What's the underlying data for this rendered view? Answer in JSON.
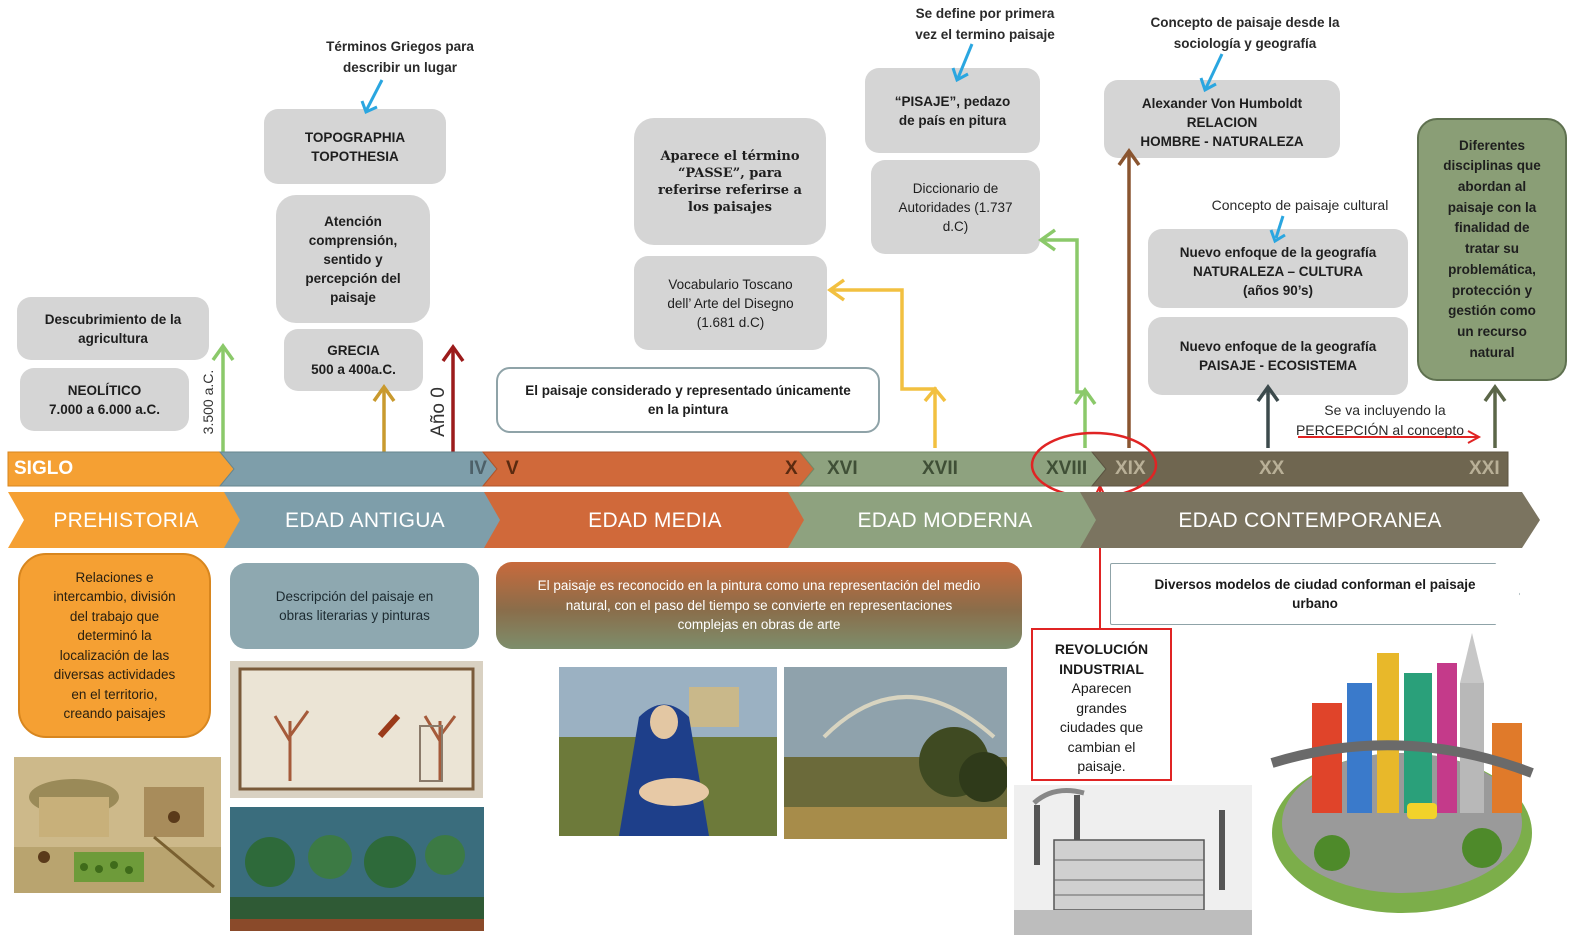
{
  "timeline": {
    "siglo_label": "SIGLO",
    "centuries": [
      "IV",
      "V",
      "X",
      "XVI",
      "XVII",
      "XVIII",
      "XIX",
      "XX",
      "XXI"
    ],
    "markers": {
      "bc": "3.500 a.C.",
      "year0": "Año 0"
    }
  },
  "eras": [
    {
      "label": "PREHISTORIA",
      "color": "#f5a033"
    },
    {
      "label": "EDAD ANTIGUA",
      "color": "#7e9eaa"
    },
    {
      "label": "EDAD MEDIA",
      "color": "#d0693a"
    },
    {
      "label": "EDAD MODERNA",
      "color": "#8ea27f"
    },
    {
      "label": "EDAD CONTEMPORANEA",
      "color": "#7b7460"
    }
  ],
  "boxes": {
    "descubrimiento": "Descubrimiento de la\nagricultura",
    "neolitico": "NEOLÍTICO\n7.000 a 6.000 a.C.",
    "topographia": "TOPOGRAPHIA\nTOPOTHESIA",
    "atencion": "Atención\ncomprensión,\nsentido y\npercepción del\npaisaje",
    "grecia": "GRECIA\n500 a 400a.C.",
    "passe": "Aparece el término\n“PASSE”, para\nreferirse referirse a\nlos paisajes",
    "toscano": "Vocabulario Toscano\ndell’ Arte del Disegno\n(1.681 d.C)",
    "pintura_unica": "El paisaje considerado y representado únicamente\nen la pintura",
    "pisaje": "“PISAJE”, pedazo\nde país en pitura",
    "diccionario": "Diccionario de\nAutoridades (1.737\nd.C)",
    "humboldt": "Alexander Von Humboldt\nRELACION\nHOMBRE - NATURALEZA",
    "naturaleza_cultura": "Nuevo enfoque de la geografía\nNATURALEZA – CULTURA\n(años 90’s)",
    "paisaje_ecosistema": "Nuevo enfoque de la geografía\nPAISAJE - ECOSISTEMA",
    "disciplinas": "Diferentes\ndisciplinas que\nabordan al\npaisaje con la\nfinalidad de\ntratar su\nproblemática,\nprotección y\ngestión como\nun recurso\nnatural"
  },
  "notes": {
    "griegos": "Términos Griegos para\ndescribir un lugar",
    "primera_vez": "Se define por primera\nvez el termino paisaje",
    "sociologia": "Concepto de paisaje desde la\nsociología y geografía",
    "cultural": "Concepto de paisaje cultural",
    "percepcion_1": "Se va incluyendo la",
    "percepcion_2": "PERCEPCIÓN al concepto"
  },
  "descriptions": {
    "prehistoria": "Relaciones e\nintercambio, división\ndel trabajo que\ndeterminó la\nlocalización de las\ndiversas actividades\nen el territorio,\ncreando paisajes",
    "antigua": "Descripción del paisaje en\nobras literarias y pinturas",
    "media": "El paisaje es reconocido en la pintura como una representación del medio\nnatural, con el paso del tiempo se convierte en representaciones\ncomplejas en obras de arte",
    "contemporanea": "Diversos modelos de ciudad conforman el paisaje\nurbano"
  },
  "revolucion": {
    "title": "REVOLUCIÓN\nINDUSTRIAL",
    "text": "Aparecen\ngrandes\nciudades que\ncambian el\npaisaje."
  },
  "colors": {
    "green_arrow": "#8bc96a",
    "gold_arrow": "#c99a2e",
    "red_arrow": "#9c1b1b",
    "yellow_arrow": "#f2c040",
    "brown_arrow": "#8a5530",
    "slate_arrow": "#3c4a4c",
    "olive_arrow": "#5b6648",
    "callout_blue": "#2aa6e0",
    "highlight_red": "#e02424"
  }
}
